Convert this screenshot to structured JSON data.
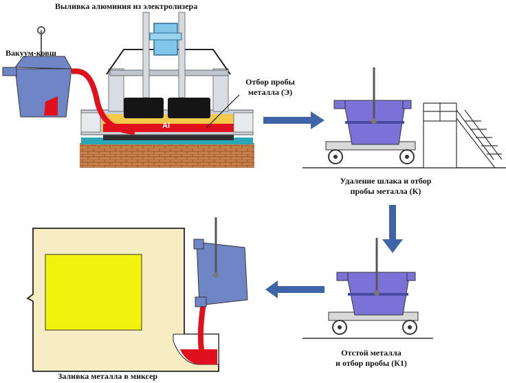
{
  "labels": {
    "top_title": "Выливка алюминия из электролизера",
    "ladle": "Вакуум-ковш",
    "sample_e_1": "Отбор пробы",
    "sample_e_2": "металла (Э)",
    "slag_1": "Удаление шлака и отбор",
    "slag_2": "пробы металла (К)",
    "settle_1": "Отстой металла",
    "settle_2": "и отбор пробы (К1)",
    "mixer": "Заливка металла в миксер"
  },
  "cell_text": {
    "al": "Al"
  },
  "colors": {
    "ladle_blue": "#6f86c6",
    "ladle_purple": "#7b72d8",
    "metal_red": "#e0101c",
    "electrolyte_yellow": "#f3c94a",
    "brick": "#c9814a",
    "mixer_cream": "#f6edc2",
    "mixer_window": "#f2f20f",
    "arrow_blue": "#3d65a8",
    "anode_black": "#151515"
  },
  "icons": [
    "arrow-right-icon",
    "arrow-down-icon",
    "arrow-left-icon"
  ]
}
